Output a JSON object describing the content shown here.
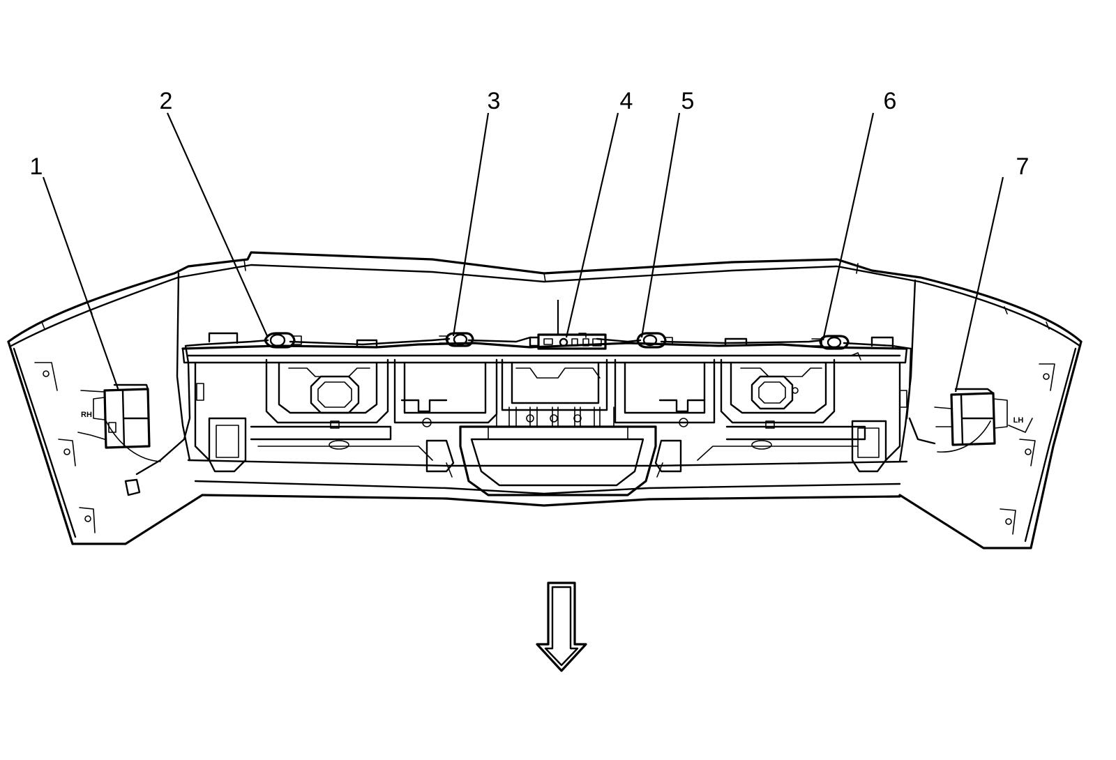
{
  "diagram": {
    "callouts": [
      {
        "label": "1"
      },
      {
        "label": "2"
      },
      {
        "label": "3"
      },
      {
        "label": "4"
      },
      {
        "label": "5"
      },
      {
        "label": "6"
      },
      {
        "label": "7"
      }
    ],
    "left_module_marking": "RH",
    "right_module_marking": "LH",
    "direction_arrow_icon": "down-arrow-icon"
  }
}
